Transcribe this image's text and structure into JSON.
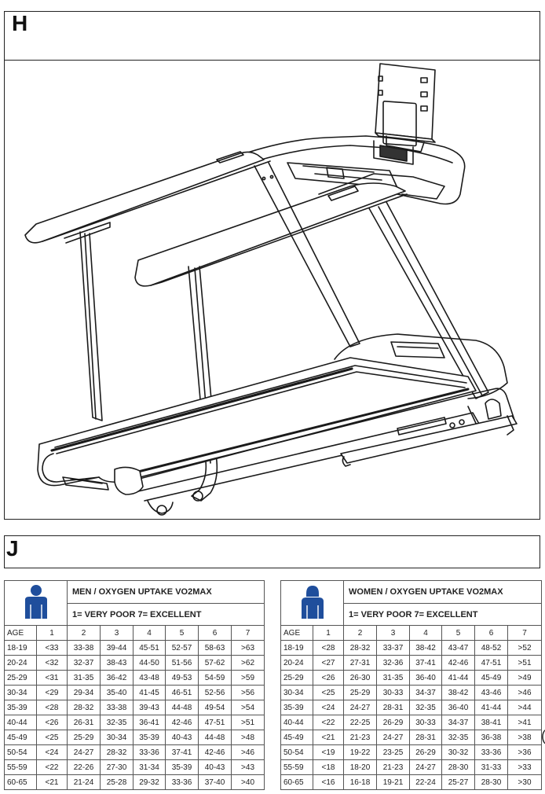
{
  "section_h": {
    "letter": "H"
  },
  "section_j": {
    "letter": "J"
  },
  "men_table": {
    "icon": "man-icon",
    "title": "MEN / OXYGEN UPTAKE VO2MAX",
    "legend": "1= VERY POOR 7= EXCELLENT",
    "columns": [
      "AGE",
      "1",
      "2",
      "3",
      "4",
      "5",
      "6",
      "7"
    ],
    "rows": [
      [
        "18-19",
        "<33",
        "33-38",
        "39-44",
        "45-51",
        "52-57",
        "58-63",
        ">63"
      ],
      [
        "20-24",
        "<32",
        "32-37",
        "38-43",
        "44-50",
        "51-56",
        "57-62",
        ">62"
      ],
      [
        "25-29",
        "<31",
        "31-35",
        "36-42",
        "43-48",
        "49-53",
        "54-59",
        ">59"
      ],
      [
        "30-34",
        "<29",
        "29-34",
        "35-40",
        "41-45",
        "46-51",
        "52-56",
        ">56"
      ],
      [
        "35-39",
        "<28",
        "28-32",
        "33-38",
        "39-43",
        "44-48",
        "49-54",
        ">54"
      ],
      [
        "40-44",
        "<26",
        "26-31",
        "32-35",
        "36-41",
        "42-46",
        "47-51",
        ">51"
      ],
      [
        "45-49",
        "<25",
        "25-29",
        "30-34",
        "35-39",
        "40-43",
        "44-48",
        ">48"
      ],
      [
        "50-54",
        "<24",
        "24-27",
        "28-32",
        "33-36",
        "37-41",
        "42-46",
        ">46"
      ],
      [
        "55-59",
        "<22",
        "22-26",
        "27-30",
        "31-34",
        "35-39",
        "40-43",
        ">43"
      ],
      [
        "60-65",
        "<21",
        "21-24",
        "25-28",
        "29-32",
        "33-36",
        "37-40",
        ">40"
      ]
    ]
  },
  "women_table": {
    "icon": "woman-icon",
    "title": "WOMEN / OXYGEN UPTAKE VO2MAX",
    "legend": "1= VERY POOR 7= EXCELLENT",
    "columns": [
      "AGE",
      "1",
      "2",
      "3",
      "4",
      "5",
      "6",
      "7"
    ],
    "rows": [
      [
        "18-19",
        "<28",
        "28-32",
        "33-37",
        "38-42",
        "43-47",
        "48-52",
        ">52"
      ],
      [
        "20-24",
        "<27",
        "27-31",
        "32-36",
        "37-41",
        "42-46",
        "47-51",
        ">51"
      ],
      [
        "25-29",
        "<26",
        "26-30",
        "31-35",
        "36-40",
        "41-44",
        "45-49",
        ">49"
      ],
      [
        "30-34",
        "<25",
        "25-29",
        "30-33",
        "34-37",
        "38-42",
        "43-46",
        ">46"
      ],
      [
        "35-39",
        "<24",
        "24-27",
        "28-31",
        "32-35",
        "36-40",
        "41-44",
        ">44"
      ],
      [
        "40-44",
        "<22",
        "22-25",
        "26-29",
        "30-33",
        "34-37",
        "38-41",
        ">41"
      ],
      [
        "45-49",
        "<21",
        "21-23",
        "24-27",
        "28-31",
        "32-35",
        "36-38",
        ">38"
      ],
      [
        "50-54",
        "<19",
        "19-22",
        "23-25",
        "26-29",
        "30-32",
        "33-36",
        ">36"
      ],
      [
        "55-59",
        "<18",
        "18-20",
        "21-23",
        "24-27",
        "28-30",
        "31-33",
        ">33"
      ],
      [
        "60-65",
        "<16",
        "16-18",
        "19-21",
        "22-24",
        "25-27",
        "28-30",
        ">30"
      ]
    ]
  },
  "colors": {
    "icon_blue": "#1f4e9c",
    "line": "#222222"
  },
  "edge_mark": "("
}
